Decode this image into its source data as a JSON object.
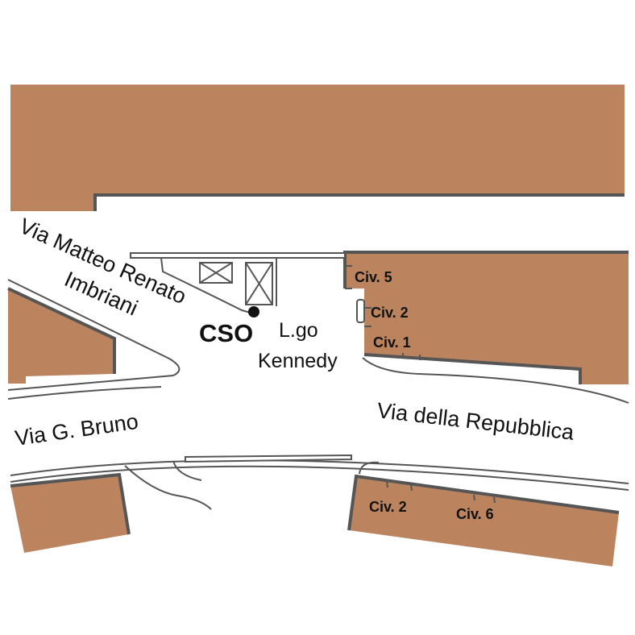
{
  "colors": {
    "building_fill": "#bb845f",
    "building_edge": "#555555",
    "road_line": "#555555",
    "background": "#ffffff"
  },
  "streets": {
    "imbriani_line1": "Via Matteo Renato",
    "imbriani_line2": "Imbriani",
    "bruno": "Via G. Bruno",
    "repubblica": "Via della Repubblica"
  },
  "square": {
    "line1": "L.go",
    "line2": "Kennedy"
  },
  "marker": {
    "label": "CSO"
  },
  "house_numbers": {
    "north_5": "Civ. 5",
    "north_2": "Civ. 2",
    "north_1": "Civ. 1",
    "south_2": "Civ. 2",
    "south_6": "Civ. 6"
  },
  "icons": {
    "kiosk": "crossed-box-icon",
    "kiosk_tall": "crossed-box-icon",
    "location": "location-dot-icon"
  }
}
